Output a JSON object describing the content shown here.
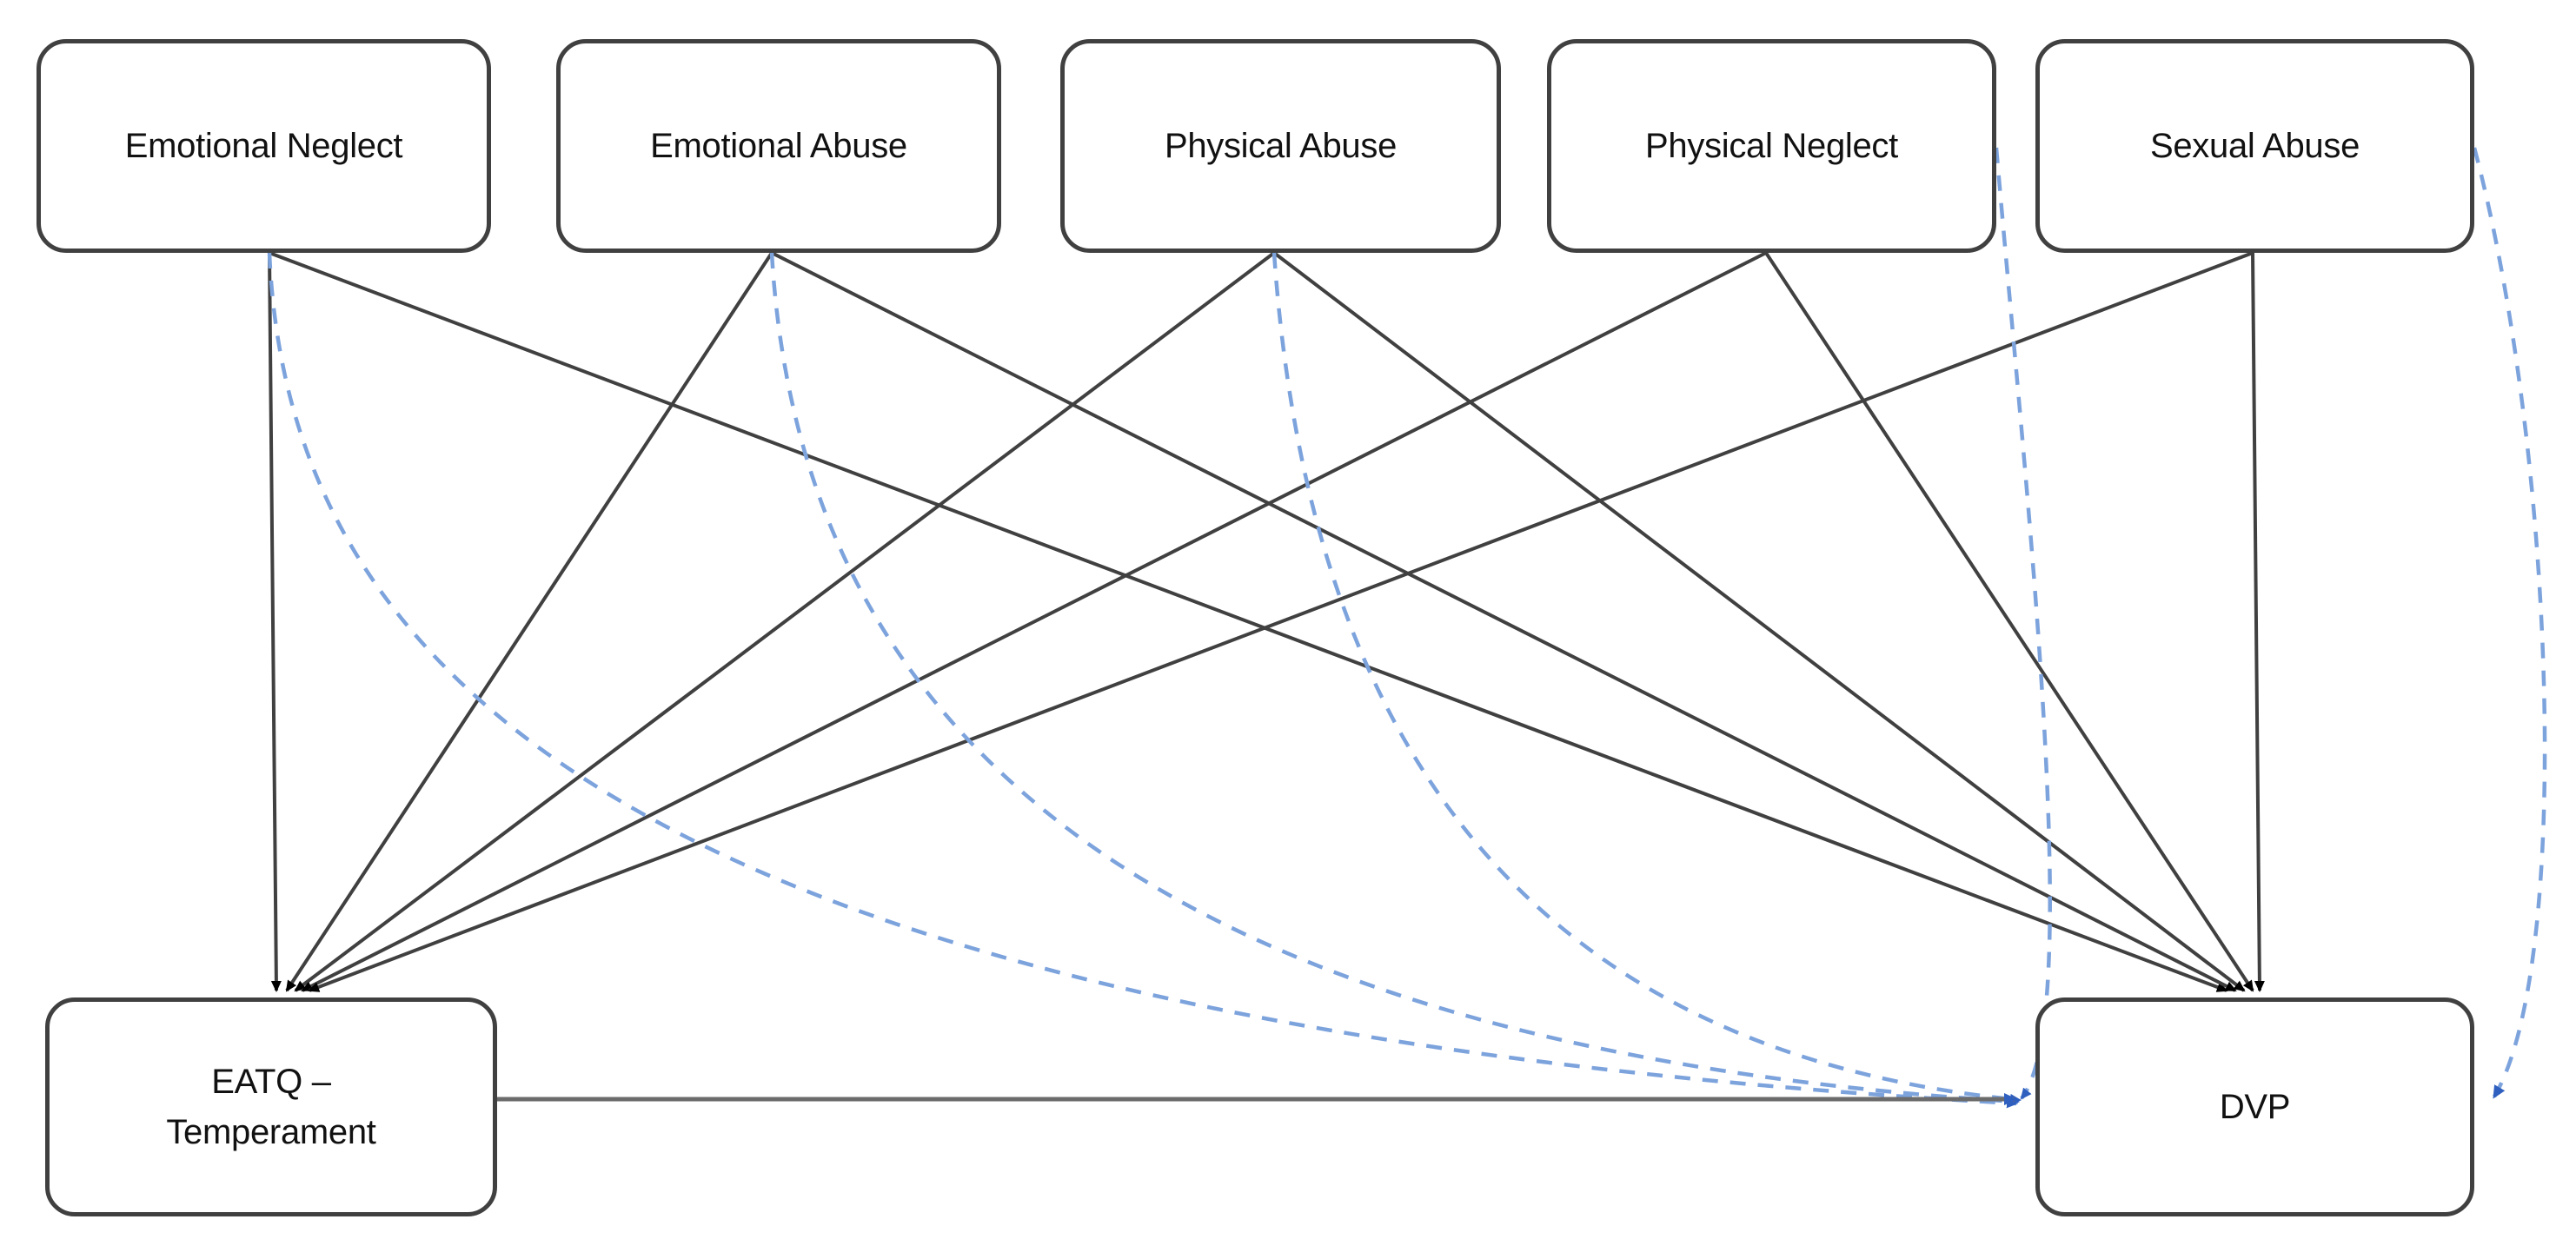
{
  "diagram": {
    "title": "Path model of childhood maltreatment, temperament and DVP",
    "type": "path-diagram",
    "background_color": "#ffffff",
    "solid_edge_color": "#404040",
    "dashed_edge_color": "#7da3dd",
    "arrowhead_black": "#000000",
    "arrowhead_blue": "#2f5fbf",
    "node_border_color": "#404040",
    "node_fill_color": "#ffffff",
    "text_color": "#111111"
  },
  "nodes": {
    "exposures": [
      {
        "id": "emotional-neglect",
        "label": "Emotional Neglect"
      },
      {
        "id": "emotional-abuse",
        "label": "Emotional Abuse"
      },
      {
        "id": "physical-abuse",
        "label": "Physical Abuse"
      },
      {
        "id": "physical-neglect",
        "label": "Physical Neglect"
      },
      {
        "id": "sexual-abuse",
        "label": "Sexual Abuse"
      }
    ],
    "outcomes": [
      {
        "id": "eatq",
        "label_line1": "EATQ  –",
        "label_line2": "Temperament"
      },
      {
        "id": "dvp",
        "label": "DVP"
      }
    ]
  },
  "edges": {
    "solid_to_eatq": [
      {
        "from": "emotional-neglect",
        "to": "eatq",
        "style": "solid"
      },
      {
        "from": "emotional-abuse",
        "to": "eatq",
        "style": "solid"
      },
      {
        "from": "physical-abuse",
        "to": "eatq",
        "style": "solid"
      },
      {
        "from": "physical-neglect",
        "to": "eatq",
        "style": "solid"
      },
      {
        "from": "sexual-abuse",
        "to": "eatq",
        "style": "solid"
      }
    ],
    "solid_to_dvp": [
      {
        "from": "emotional-neglect",
        "to": "dvp",
        "style": "solid"
      },
      {
        "from": "emotional-abuse",
        "to": "dvp",
        "style": "solid"
      },
      {
        "from": "physical-abuse",
        "to": "dvp",
        "style": "solid"
      },
      {
        "from": "physical-neglect",
        "to": "dvp",
        "style": "solid"
      },
      {
        "from": "sexual-abuse",
        "to": "dvp",
        "style": "solid"
      }
    ],
    "dashed_to_dvp": [
      {
        "from": "emotional-neglect",
        "to": "dvp",
        "style": "dashed"
      },
      {
        "from": "emotional-abuse",
        "to": "dvp",
        "style": "dashed"
      },
      {
        "from": "physical-abuse",
        "to": "dvp",
        "style": "dashed"
      },
      {
        "from": "physical-neglect",
        "to": "dvp",
        "style": "dashed"
      },
      {
        "from": "sexual-abuse",
        "to": "dvp",
        "style": "dashed"
      }
    ],
    "mediator": [
      {
        "from": "eatq",
        "to": "dvp",
        "style": "solid"
      }
    ]
  }
}
